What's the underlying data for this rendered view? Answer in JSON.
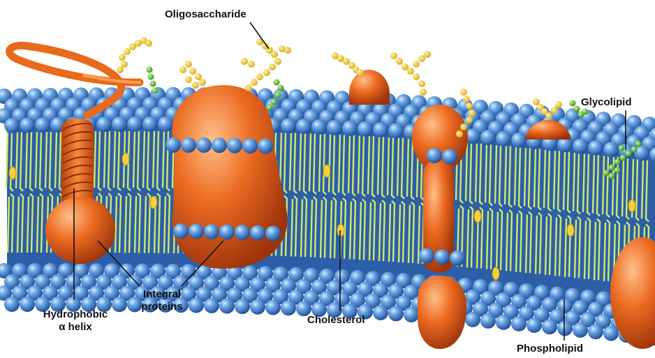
{
  "labels": {
    "oligosaccharide": "Oligosaccharide",
    "glycolipid": "Glycolipid",
    "hydrophobic_line1": "Hydrophobic",
    "hydrophobic_line2": "α helix",
    "integral_line1": "Integral",
    "integral_line2": "proteins",
    "cholesterol": "Cholesterol",
    "phospholipid": "Phospholipid"
  },
  "colors": {
    "head_light": "#a9d3f7",
    "head_mid": "#4a8fd8",
    "head_dark": "#1f4f9a",
    "membrane_bg": "#2d5fa8",
    "tail": "#cfe86a",
    "protein_light": "#f8a055",
    "protein_mid": "#e8621a",
    "protein_dark": "#a83a0a",
    "sugar_yellow": "#f2cf3a",
    "sugar_green": "#5cc62a",
    "cholesterol": "#f4d03f",
    "leader": "#111111"
  }
}
